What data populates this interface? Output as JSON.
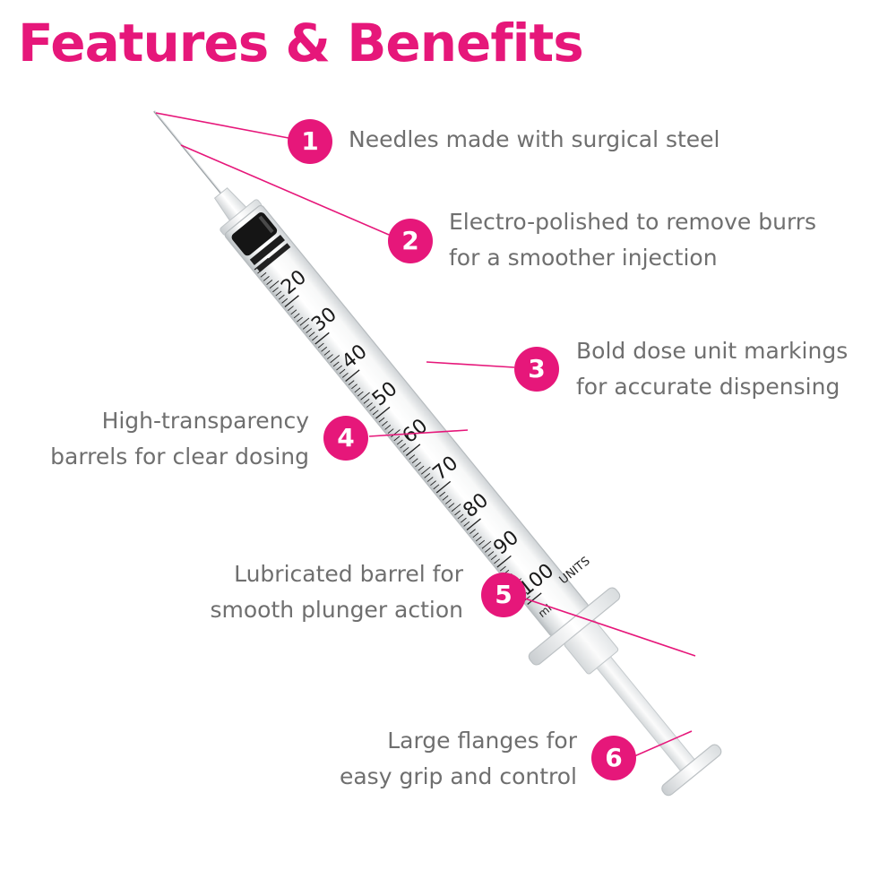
{
  "title": "Features & Benefits",
  "colors": {
    "accent": "#e6177a",
    "text": "#6f6f6f"
  },
  "features": [
    {
      "number": "1",
      "lines": [
        "Needles made with surgical steel"
      ]
    },
    {
      "number": "2",
      "lines": [
        "Electro-polished to remove burrs",
        "for a smoother injection"
      ]
    },
    {
      "number": "3",
      "lines": [
        "Bold dose unit markings",
        "for accurate dispensing"
      ]
    },
    {
      "number": "4",
      "lines": [
        "High-transparency",
        "barrels for clear dosing"
      ]
    },
    {
      "number": "5",
      "lines": [
        "Lubricated barrel for",
        "smooth plunger action"
      ]
    },
    {
      "number": "6",
      "lines": [
        "Large flanges for",
        "easy grip and control"
      ]
    }
  ],
  "syringe": {
    "scale_labels": [
      "20",
      "30",
      "40",
      "50",
      "60",
      "70",
      "80",
      "90",
      "100"
    ],
    "unit_label": "UNITS",
    "ml_label": "ml"
  }
}
